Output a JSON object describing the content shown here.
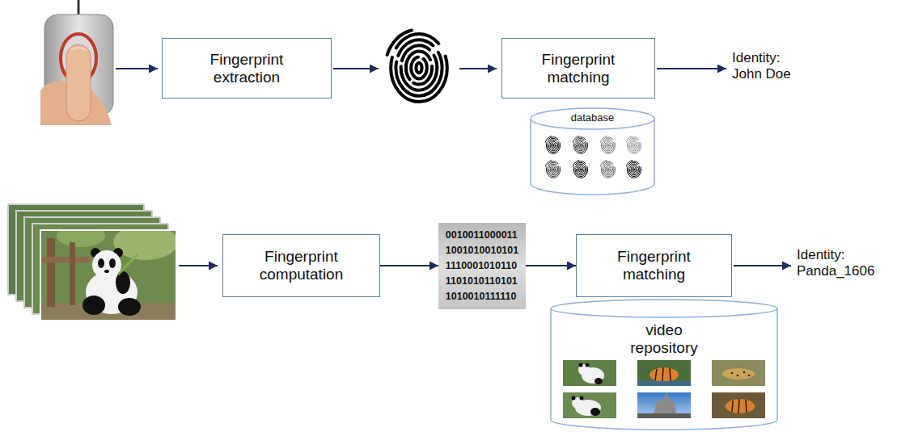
{
  "diagram": {
    "nodes": [
      {
        "text": [
          "Fingerprint extraction"
        ]
      },
      {
        "text": [
          "Fingerprint matching"
        ]
      },
      {
        "text": [
          "database"
        ]
      },
      {
        "text": [
          "Fingerprint computation"
        ]
      },
      {
        "text": [
          "0010011000011 1001010010101 1110001010110 1101010110101 1010010111110"
        ]
      },
      {
        "text": [
          "Fingerprint matching"
        ]
      },
      {
        "text": [
          "video repository"
        ]
      }
    ],
    "edges": [
      {
        "from": 3,
        "to": 4,
        "arrow": "to"
      },
      {
        "from": 4,
        "to": 5,
        "arrow": "to"
      }
    ],
    "labels": [
      "Identity: John Doe",
      "Identity: Panda_1606"
    ]
  }
}
